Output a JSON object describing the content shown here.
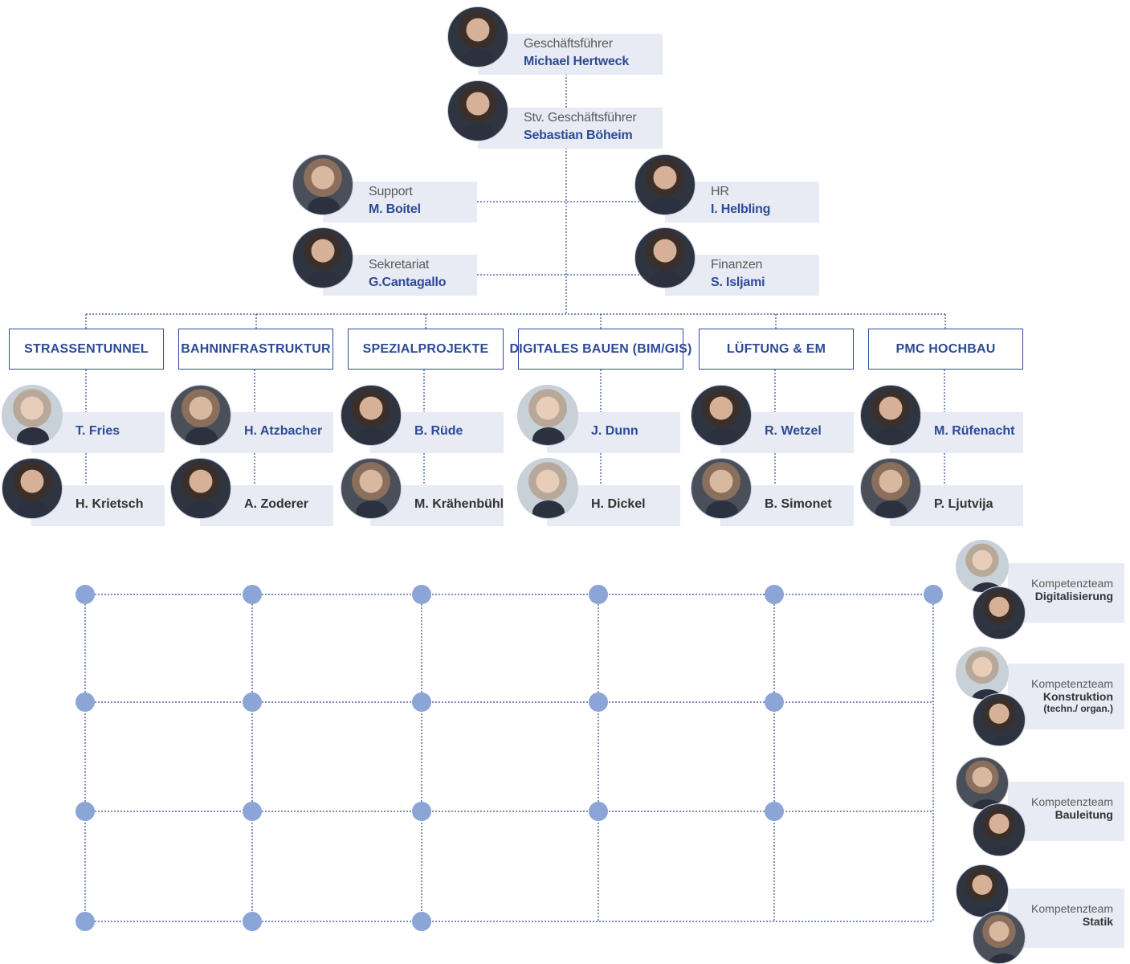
{
  "colors": {
    "accent": "#2d4b96",
    "card_bg": "#e8eaf4",
    "dot": "#8aa5d6",
    "line": "#2d4b96"
  },
  "top": {
    "ceo": {
      "role": "Geschäftsführer",
      "name": "Michael Hertweck"
    },
    "deputy": {
      "role": "Stv. Geschäftsführer",
      "name": "Sebastian Böheim"
    }
  },
  "staff": {
    "support": {
      "role": "Support",
      "name": "M. Boitel"
    },
    "secretary": {
      "role": "Sekretariat",
      "name": "G.Cantagallo"
    },
    "hr": {
      "role": "HR",
      "name": "I. Helbling"
    },
    "finance": {
      "role": "Finanzen",
      "name": "S. Isljami"
    }
  },
  "departments": [
    {
      "title": "STRASSENTUNNEL",
      "lead": "T. Fries",
      "deputy": "H. Krietsch"
    },
    {
      "title": "BAHNINFRASTRUKTUR",
      "lead": "H. Atzbacher",
      "deputy": "A. Zoderer"
    },
    {
      "title": "SPEZIALPROJEKTE",
      "lead": "B. Rüde",
      "deputy": "M. Krähenbühl"
    },
    {
      "title": "DIGITALES BAUEN (BIM/GIS)",
      "lead": "J. Dunn",
      "deputy": "H. Dickel"
    },
    {
      "title": "LÜFTUNG & EM",
      "lead": "R. Wetzel",
      "deputy": "B. Simonet"
    },
    {
      "title": "PMC HOCHBAU",
      "lead": "M. Rüfenacht",
      "deputy": "P. Ljutvija"
    }
  ],
  "competence_teams": [
    {
      "label": "Kompetenzteam",
      "name": "Digitalisierung",
      "note": ""
    },
    {
      "label": "Kompetenzteam",
      "name": "Konstruktion",
      "note": "(techn./ organ.)"
    },
    {
      "label": "Kompetenzteam",
      "name": "Bauleitung",
      "note": ""
    },
    {
      "label": "Kompetenzteam",
      "name": "Statik",
      "note": ""
    }
  ]
}
